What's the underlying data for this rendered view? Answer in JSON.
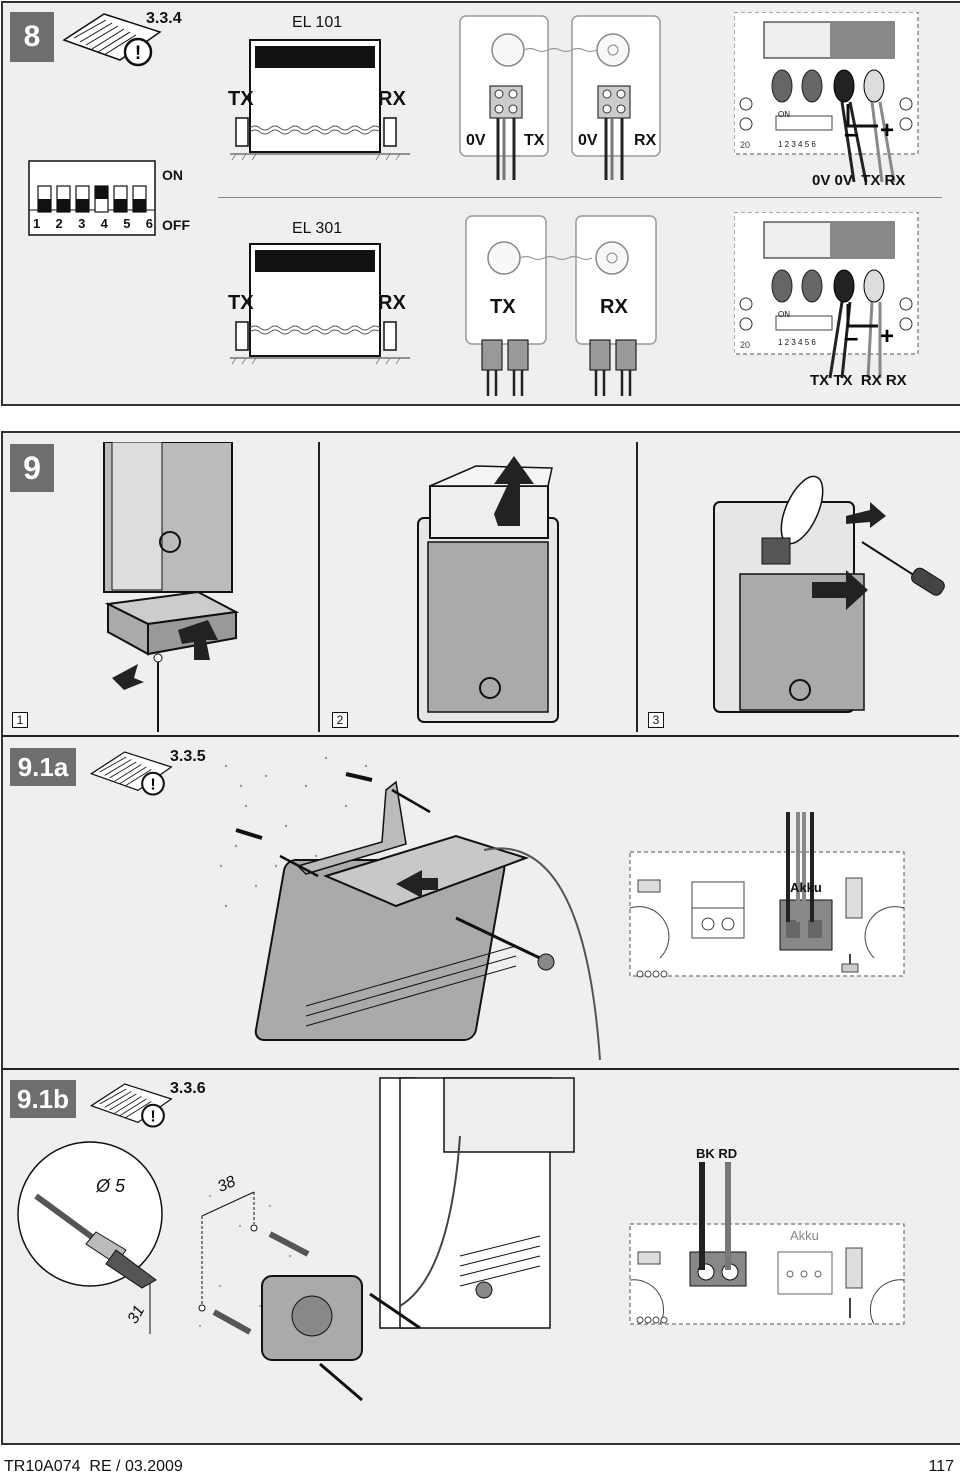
{
  "sections": {
    "s8": {
      "badge": "8",
      "ref": "3.3.4",
      "el101": {
        "title": "EL 101",
        "tx": "TX",
        "rx": "RX"
      },
      "el301": {
        "title": "EL 301",
        "tx": "TX",
        "rx": "RX"
      },
      "dip": {
        "on": "ON",
        "off": "OFF",
        "numbers": [
          "1",
          "2",
          "3",
          "4",
          "5",
          "6"
        ],
        "on_states": [
          false,
          false,
          false,
          true,
          false,
          false
        ]
      },
      "upper_wires": {
        "a": "0V",
        "b": "TX",
        "c": "0V",
        "d": "RX"
      },
      "upper_board": {
        "label": "0V 0V  TX RX",
        "num": "20",
        "on": "ON",
        "dip": "1 2 3 4 5 6"
      },
      "lower_units": {
        "tx": "TX",
        "rx": "RX"
      },
      "lower_board": {
        "label": "TX TX  RX RX",
        "num": "20",
        "on": "ON",
        "dip": "1 2 3 4 5 6"
      }
    },
    "s9": {
      "badge": "9",
      "steps": [
        "1",
        "2",
        "3"
      ]
    },
    "s91a": {
      "badge": "9.1a",
      "ref": "3.3.5",
      "akku": "Akku"
    },
    "s91b": {
      "badge": "9.1b",
      "ref": "3.3.6",
      "diameter": "Ø 5",
      "dim1": "38",
      "dim2": "31",
      "bk_rd": "BK RD",
      "akku": "Akku"
    }
  },
  "footer": {
    "doc": "TR10A074  RE / 03.2009",
    "page": "117"
  }
}
